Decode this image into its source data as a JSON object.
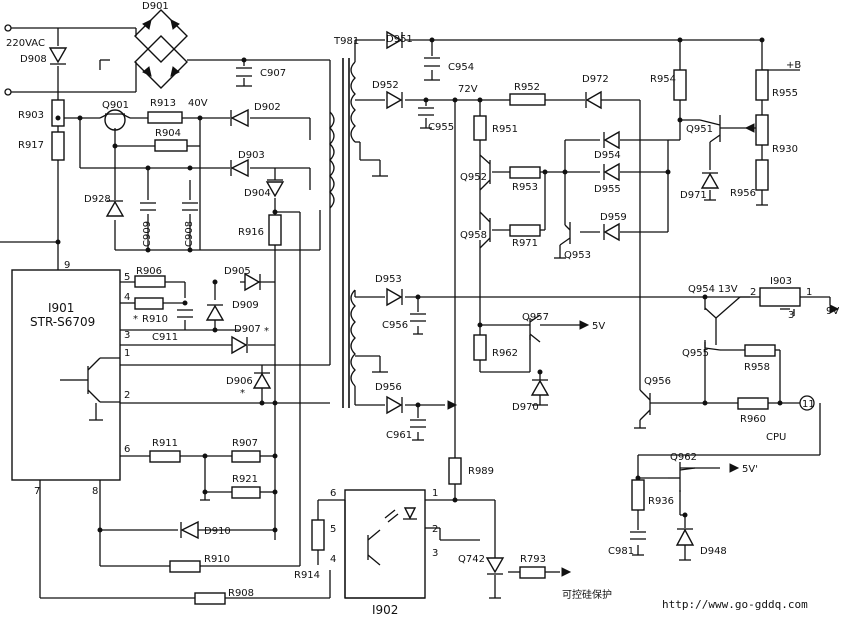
{
  "labels": {
    "input_voltage": "220VAC",
    "ic_ref": "I901",
    "ic_part": "STR-S6709",
    "optocoupler_ref": "I902",
    "transformer": "T981",
    "out_72v": "72V",
    "out_40v": "40V",
    "out_13v": "13V",
    "out_b": "+B",
    "out_5v": "5V",
    "out_9v": "9V",
    "out_5v_prime": "5V'",
    "cpu": "CPU",
    "protection": "可控硅保护",
    "website": "http://www.go-gddq.com",
    "node_11": "11",
    "star": "*"
  },
  "pins": {
    "p1": "1",
    "p2": "2",
    "p3": "3",
    "p4": "4",
    "p5": "5",
    "p6": "6",
    "p7": "7",
    "p8": "8",
    "p9": "9"
  },
  "refs": {
    "D901": "D901",
    "D908": "D908",
    "C907": "C907",
    "R903": "R903",
    "R917": "R917",
    "Q901": "Q901",
    "R913": "R913",
    "D902": "D902",
    "R904": "R904",
    "D903": "D903",
    "D904": "D904",
    "D928": "D928",
    "C909": "C909",
    "C908": "C908",
    "R916": "R916",
    "R906": "R906",
    "R910": "R910",
    "C911": "C911",
    "D905": "D905",
    "D909": "D909",
    "D907": "D907",
    "D906": "D906",
    "R911": "R911",
    "R907": "R907",
    "R921": "R921",
    "D910": "D910",
    "R914": "R914",
    "R908": "R908",
    "D951": "D951",
    "C954": "C954",
    "D952": "D952",
    "C955": "C955",
    "R952": "R952",
    "D972": "D972",
    "R951": "R951",
    "Q952": "Q952",
    "R953": "R953",
    "Q958": "Q958",
    "R971": "R971",
    "Q953": "Q953",
    "D954": "D954",
    "D955": "D955",
    "D959": "D959",
    "R954": "R954",
    "Q951": "Q951",
    "D971": "D971",
    "R955": "R955",
    "R930": "R930",
    "R956": "R956",
    "D953": "D953",
    "C956": "C956",
    "Q957": "Q957",
    "R962": "R962",
    "D970": "D970",
    "D956": "D956",
    "C961": "C961",
    "Q954": "Q954",
    "I903": "I903",
    "Q955": "Q955",
    "R958": "R958",
    "Q956": "Q956",
    "R960": "R960",
    "R989": "R989",
    "Q742": "Q742",
    "R793": "R793",
    "Q962": "Q962",
    "R936": "R936",
    "C981": "C981",
    "D948": "D948"
  }
}
